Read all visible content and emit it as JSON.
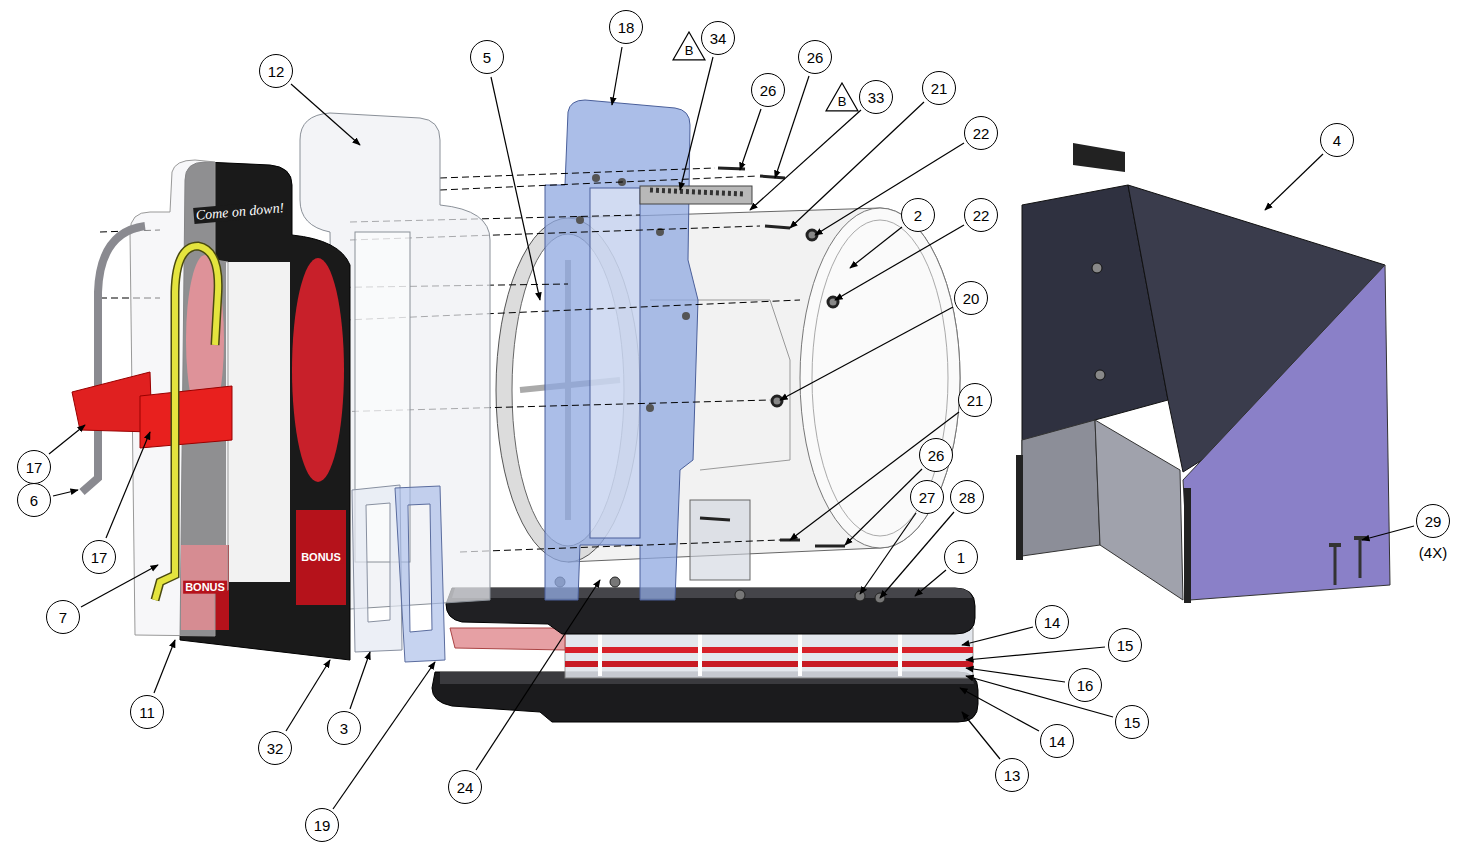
{
  "diagram": {
    "nodes": [
      {
        "text": [
          "18"
        ]
      },
      {
        "text": [
          "34"
        ]
      },
      {
        "text": [
          "B"
        ]
      },
      {
        "text": [
          "26"
        ]
      },
      {
        "text": [
          "5"
        ]
      },
      {
        "text": [
          "12"
        ]
      },
      {
        "text": [
          "21"
        ]
      },
      {
        "text": [
          "26"
        ]
      },
      {
        "text": [
          "B"
        ]
      },
      {
        "text": [
          "33"
        ]
      },
      {
        "text": [
          "22"
        ]
      },
      {
        "text": [
          "4"
        ]
      },
      {
        "text": [
          "2"
        ]
      },
      {
        "text": [
          "22"
        ]
      },
      {
        "text": [
          "20"
        ]
      },
      {
        "text": [
          "21"
        ]
      },
      {
        "text": [
          "26"
        ]
      },
      {
        "text": [
          "17"
        ]
      },
      {
        "text": [
          "27"
        ]
      },
      {
        "text": [
          "28"
        ]
      },
      {
        "text": [
          "6"
        ]
      },
      {
        "text": [
          "29"
        ]
      },
      {
        "text": [
          "1"
        ]
      },
      {
        "text": [
          "17"
        ]
      },
      {
        "text": [
          "7"
        ]
      },
      {
        "text": [
          "14"
        ]
      },
      {
        "text": [
          "15"
        ]
      },
      {
        "text": [
          "16"
        ]
      },
      {
        "text": [
          "11"
        ]
      },
      {
        "text": [
          "15"
        ]
      },
      {
        "text": [
          "3"
        ]
      },
      {
        "text": [
          "14"
        ]
      },
      {
        "text": [
          "32"
        ]
      },
      {
        "text": [
          "13"
        ]
      },
      {
        "text": [
          "24"
        ]
      },
      {
        "text": [
          "19"
        ]
      }
    ],
    "labels": [
      "(4X)",
      "Come on down!",
      "BONUS",
      "BONUS"
    ]
  }
}
